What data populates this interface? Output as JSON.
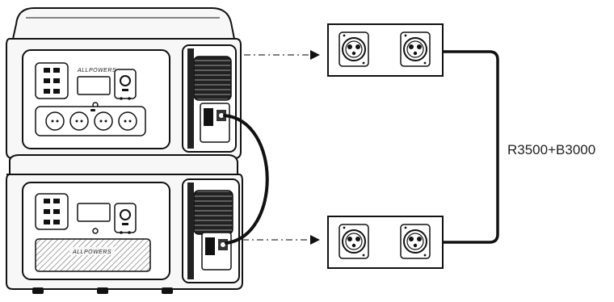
{
  "brand": "ALLPOWERS",
  "combo_label": "R3500+B3000",
  "colors": {
    "line": "#111111",
    "fill_light": "#f7f7f7",
    "background": "#ffffff"
  },
  "units": [
    {
      "role": "top-unit",
      "has_outlets": true
    },
    {
      "role": "bottom-unit",
      "has_outlets": false
    }
  ],
  "icons": [
    "power-station-icon",
    "battery-expansion-icon",
    "ports-panel-icon",
    "dashed-arrow-icon",
    "connecting-cable-icon"
  ]
}
